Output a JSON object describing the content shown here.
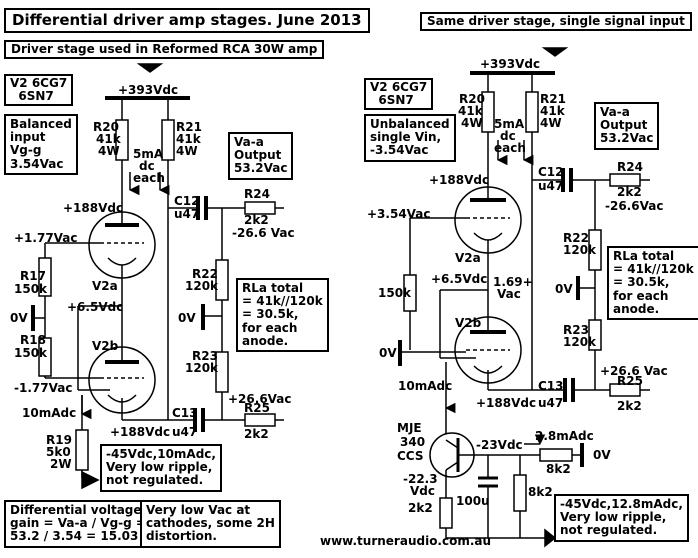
{
  "title": "Differential driver amp stages. June 2013",
  "left": {
    "caption": "Driver stage used in Reformed RCA 30W amp",
    "tube_box": "V2 6CG7\n  6SN7",
    "input_box": "Balanced\ninput\nVg-g\n3.54Vac",
    "output_box": "Va-a\nOutput\n53.2Vac",
    "rla_box": "RLa total\n= 41k//120k\n= 30.5k,\nfor each\nanode.",
    "supply_box": "-45Vdc,10mAdc,\nVery low ripple,\nnot regulated.",
    "gain_box": "Differential voltage\ngain = Va-a / Vg-g =\n53.2 / 3.54 = 15.03",
    "distortion_box": "Very low Vac at\ncathodes, some 2H\ndistortion.",
    "labels": {
      "b393": "+393Vdc",
      "r20": "R20",
      "r20v": "41k",
      "r20p": "4W",
      "r21": "R21",
      "r21v": "41k",
      "r21p": "4W",
      "ma": "5mA",
      "dc": "dc",
      "each": "each",
      "plus188": "+188Vdc",
      "c12": "C12",
      "u47a": "u47",
      "r24": "R24",
      "r24v": "2k2",
      "minus266": "-26.6 Vac",
      "plus177": "+1.77Vac",
      "v2a": "V2a",
      "r17": "R17",
      "r17v": "150k",
      "zero_a": "0V",
      "r18": "R18",
      "r18v": "150k",
      "plus65": "+6.5Vdc",
      "v2b": "V2b",
      "minus177": "-1.77Vac",
      "ma10": "10mAdc",
      "r19": "R19",
      "r19v": "5k0",
      "r19p": "2W",
      "r22": "R22",
      "r22v": "120k",
      "zero_b": "0V",
      "r23": "R23",
      "r23v": "120k",
      "plus266": "+26.6Vac",
      "c13": "C13",
      "u47b": "u47",
      "bot188": "+188Vdc",
      "r25": "R25",
      "r25v": "2k2"
    }
  },
  "right": {
    "caption": "Same driver stage, single signal input",
    "tube_box": "V2 6CG7\n  6SN7",
    "input_box": "Unbalanced\nsingle Vin,\n-3.54Vac",
    "output_box": "Va-a\nOutput\n53.2Vac",
    "rla_box": "RLa total\n= 41k//120k\n= 30.5k,\nfor each\nanode.",
    "supply_box": "-45Vdc,12.8mAdc,\nVery low ripple,\nnot regulated.",
    "website": "www.turneraudio.com.au",
    "labels": {
      "b393": "+393Vdc",
      "r20": "R20",
      "r20v": "41k",
      "r20p": "4W",
      "r21": "R21",
      "r21v": "41k",
      "r21p": "4W",
      "ma": "5mA",
      "dc": "dc",
      "each": "each",
      "plus188": "+188Vdc",
      "c12": "C12",
      "u47a": "u47",
      "r24": "R24",
      "r24v": "2k2",
      "minus266": "-26.6Vac",
      "plus354": "+3.54Vac",
      "r150k": "150k",
      "v2a": "V2a",
      "r22": "R22",
      "r22v": "120k",
      "plus65": "+6.5Vdc",
      "v169": "1.69+",
      "vac": "Vac",
      "zero_a": "0V",
      "zero_b": "0V",
      "v2b": "V2b",
      "r23": "R23",
      "r23v": "120k",
      "plus266": "+26.6 Vac",
      "ma10": "10mAdc",
      "c13": "C13",
      "u47b": "u47",
      "bot188": "+188Vdc",
      "r25": "R25",
      "r25v": "2k2",
      "mje": "MJE",
      "n340": "340",
      "ccs": "CCS",
      "minus23": "-23Vdc",
      "ma28": "2.8mAdc",
      "k82a": "8k2",
      "zero_c": "0V",
      "minus223": "-22.3",
      "vdc": "Vdc",
      "r2k2": "2k2",
      "c100u": "100u",
      "k82b": "8k2"
    }
  }
}
